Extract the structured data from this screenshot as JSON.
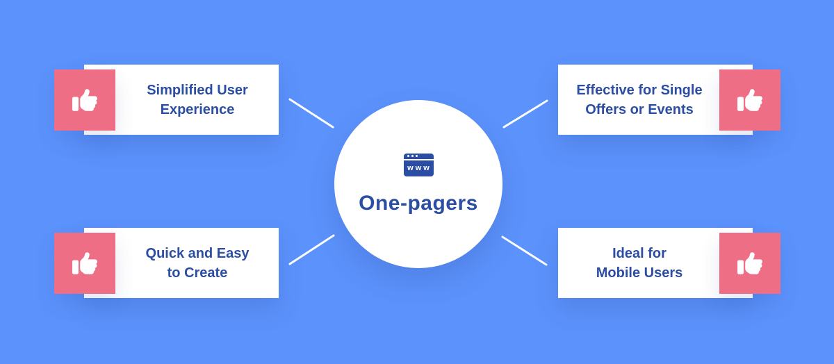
{
  "colors": {
    "background": "#5C92FB",
    "card_bg": "#FFFFFF",
    "pink": "#EE6F85",
    "navy": "#2B4DA3",
    "line": "#FFFFFF"
  },
  "center": {
    "title": "One-pagers",
    "icon_text": "www"
  },
  "cards": [
    {
      "id": "simplified-user-experience",
      "position": "top-left",
      "label": "Simplified User\nExperience"
    },
    {
      "id": "effective-single-offers",
      "position": "top-right",
      "label": "Effective for Single\nOffers or Events"
    },
    {
      "id": "quick-easy-create",
      "position": "bottom-left",
      "label": "Quick and Easy\nto Create"
    },
    {
      "id": "ideal-mobile-users",
      "position": "bottom-right",
      "label": "Ideal for\nMobile Users"
    }
  ]
}
